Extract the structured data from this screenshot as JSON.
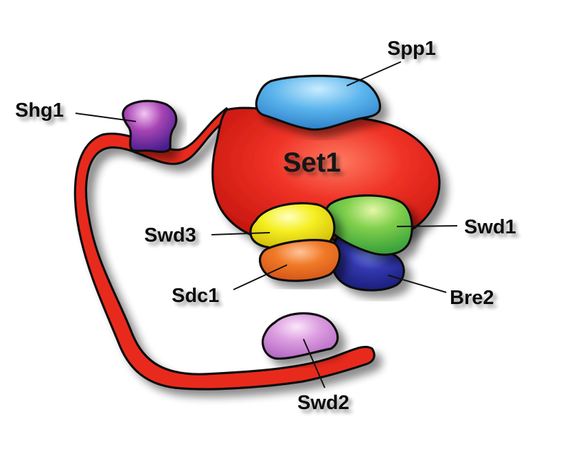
{
  "labels": {
    "set1": "Set1",
    "spp1": "Spp1",
    "shg1": "Shg1",
    "swd3": "Swd3",
    "swd1": "Swd1",
    "sdc1": "Sdc1",
    "bre2": "Bre2",
    "swd2": "Swd2"
  },
  "colors": {
    "set1": "#e8241e",
    "spp1": "#3f9fe0",
    "shg1": "#8a2fa0",
    "swd3": "#f0e81a",
    "swd1": "#6cc544",
    "sdc1": "#ef7020",
    "bre2": "#2c2f9e",
    "swd2": "#d18ad6"
  }
}
